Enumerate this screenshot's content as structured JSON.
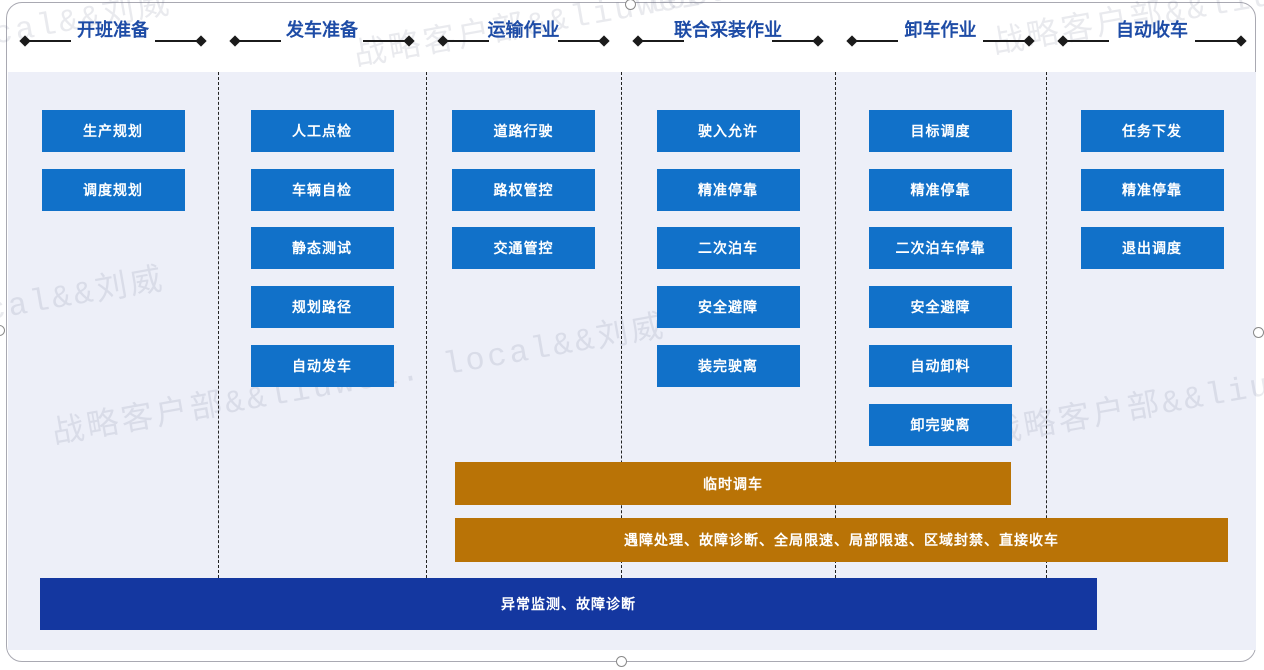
{
  "watermark": {
    "part1": "战略客户部&&liuwei",
    "part2": "local&&刘威",
    "full": "战略客户部&&liuwei. local&&刘威"
  },
  "phases": [
    {
      "label": "开班准备",
      "steps": [
        "生产规划",
        "调度规划"
      ]
    },
    {
      "label": "发车准备",
      "steps": [
        "人工点检",
        "车辆自检",
        "静态测试",
        "规划路径",
        "自动发车"
      ]
    },
    {
      "label": "运输作业",
      "steps": [
        "道路行驶",
        "路权管控",
        "交通管控"
      ]
    },
    {
      "label": "联合采装作业",
      "steps": [
        "驶入允许",
        "精准停靠",
        "二次泊车",
        "安全避障",
        "装完驶离"
      ]
    },
    {
      "label": "卸车作业",
      "steps": [
        "目标调度",
        "精准停靠",
        "二次泊车停靠",
        "安全避障",
        "自动卸料",
        "卸完驶离"
      ]
    },
    {
      "label": "自动收车",
      "steps": [
        "任务下发",
        "精准停靠",
        "退出调度"
      ]
    }
  ],
  "bars": [
    "临时调车",
    "遇障处理、故障诊断、全局限速、局部限速、区域封禁、直接收车",
    "异常监测、故障诊断"
  ],
  "colors": {
    "step_blue": "#1171C9",
    "bar_orange": "#B97306",
    "bar_navy": "#1437A0",
    "header_text": "#1E4CA6",
    "panel_bg": "#EDEFF8"
  }
}
